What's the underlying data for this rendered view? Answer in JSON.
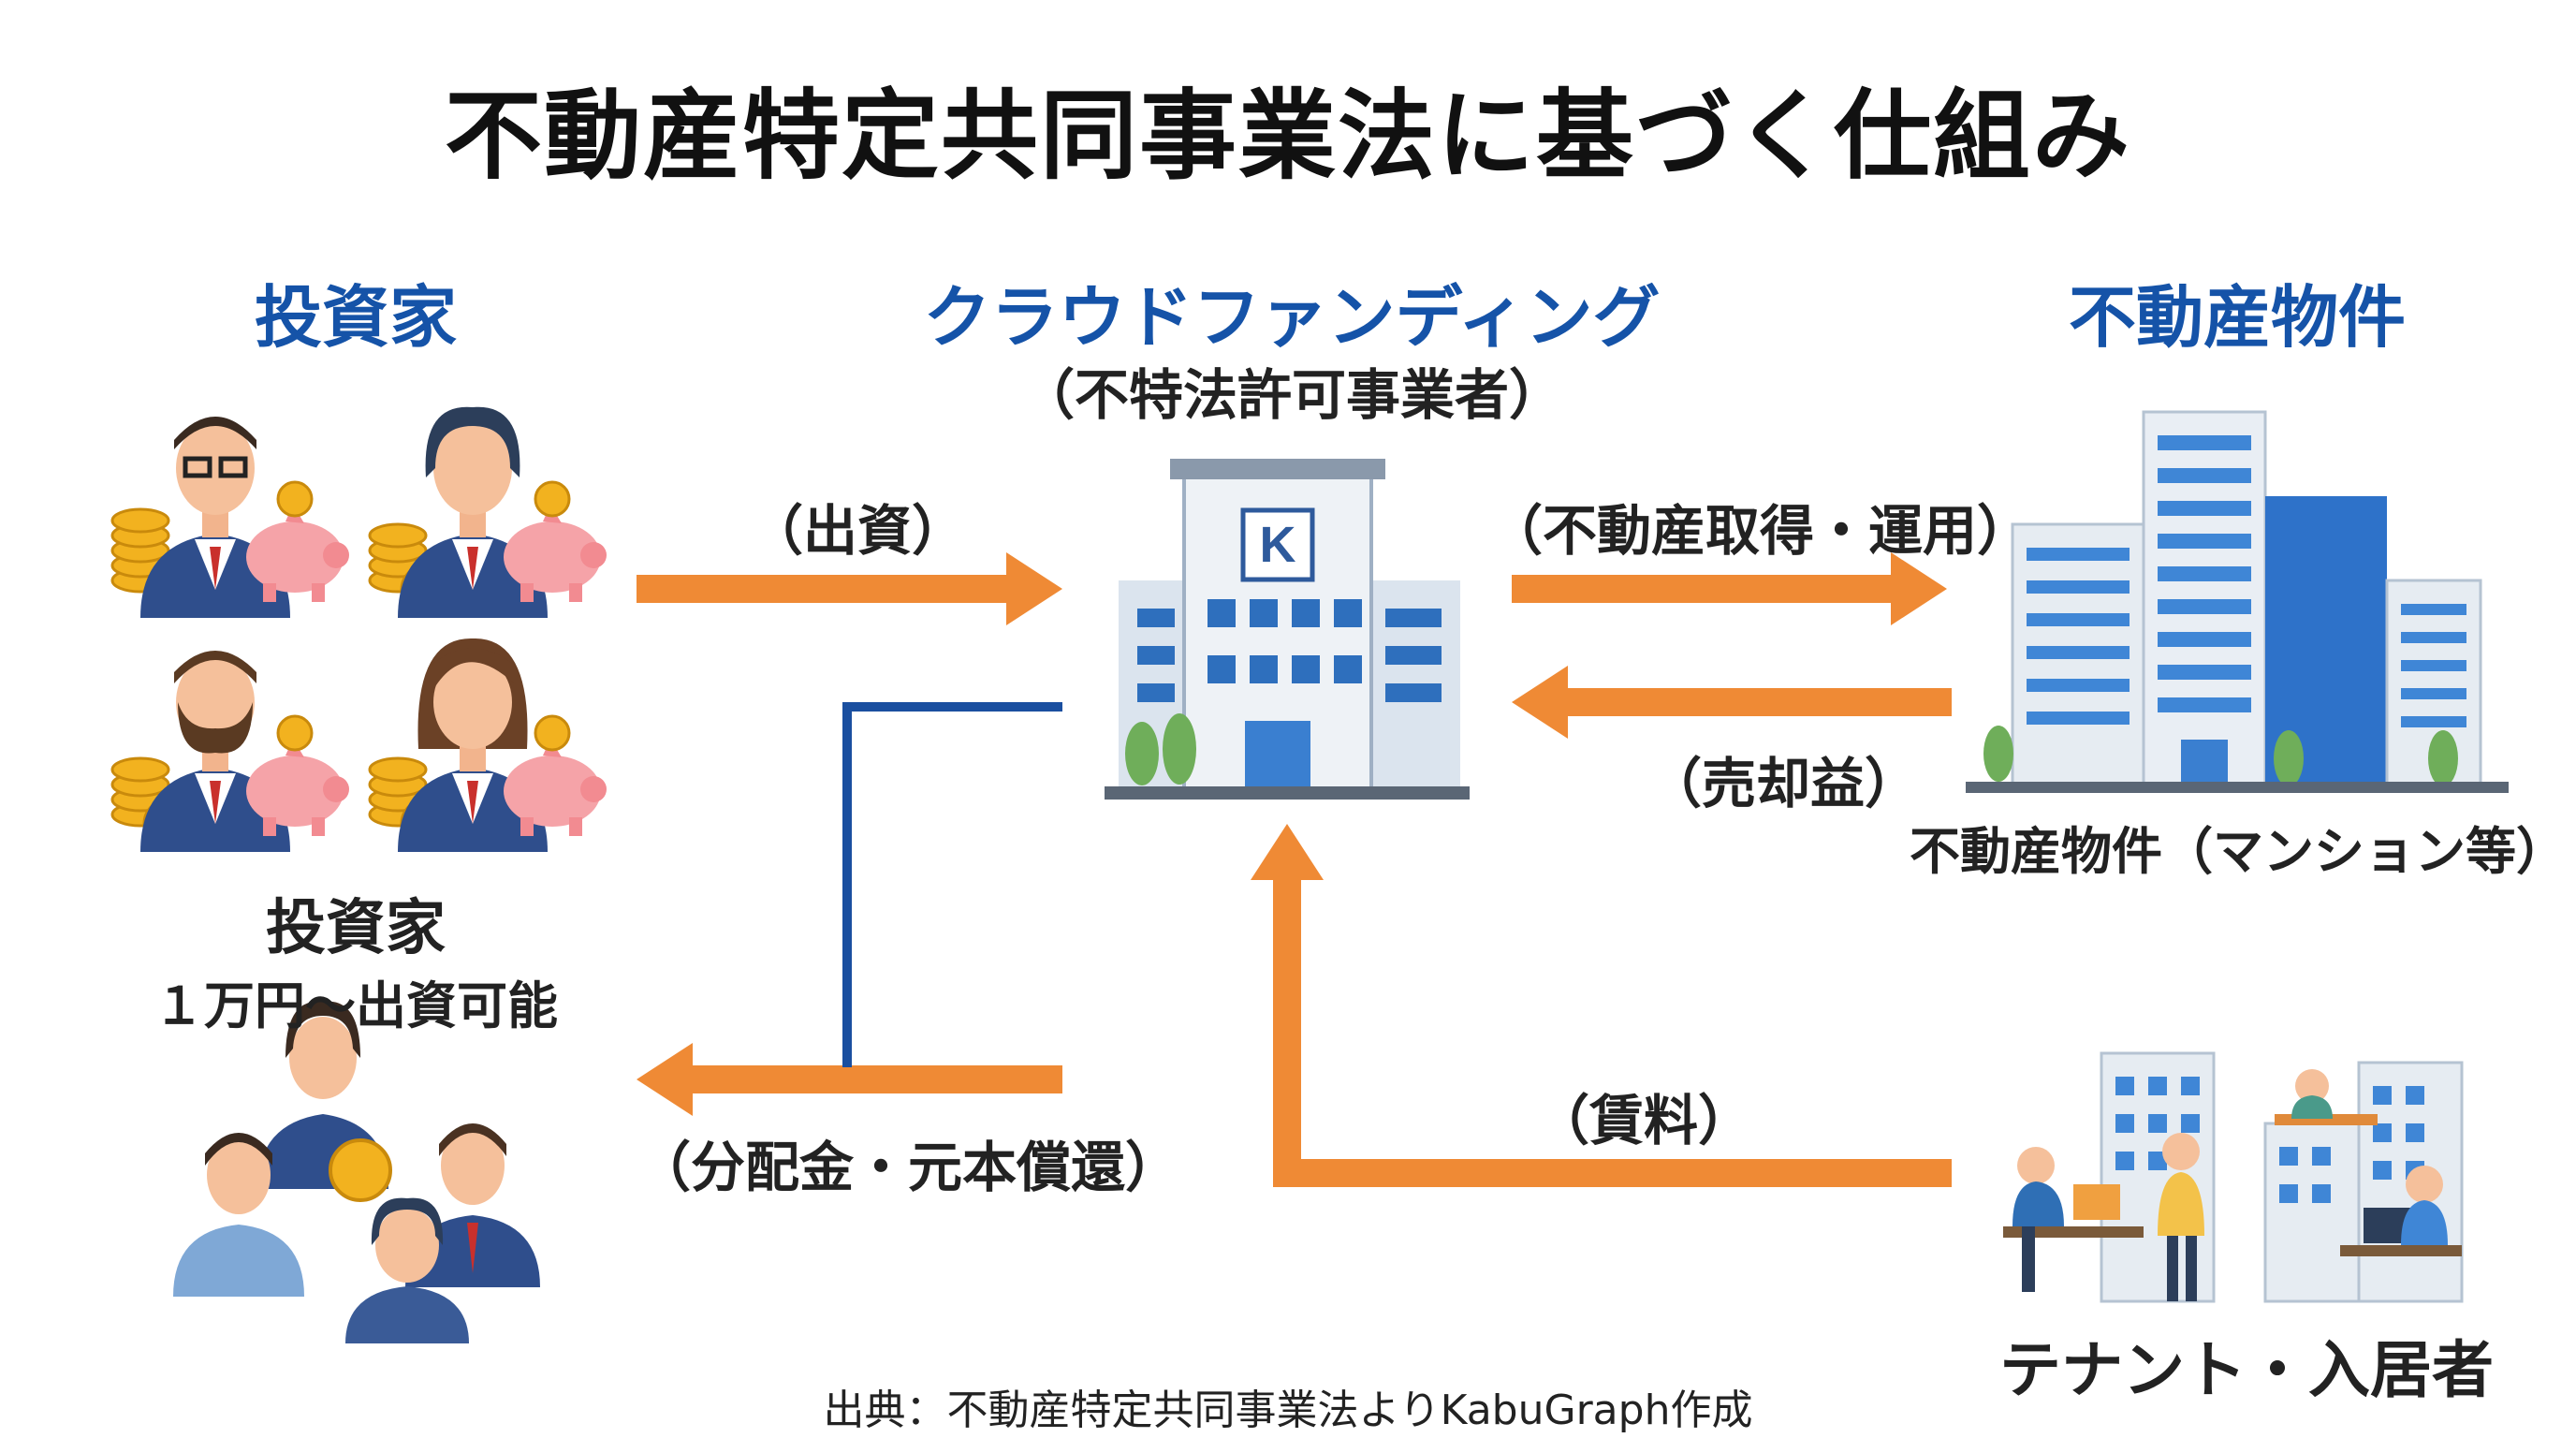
{
  "title": "不動産特定共同事業法に基づく仕組み",
  "columns": {
    "investor": "投資家",
    "crowdfunding": "クラウドファンディング",
    "crowdfunding_sub": "（不特法許可事業者）",
    "property": "不動産物件"
  },
  "investor_caption": {
    "line1": "投資家",
    "line2": "１万円～出資可能"
  },
  "property_caption": "不動産物件（マンション等）",
  "tenant_caption": "テナント・入居者",
  "flows": {
    "investment": "（出資）",
    "acquisition": "（不動産取得・運用）",
    "sale_profit": "（売却益）",
    "distribution": "（分配金・元本償還）",
    "rent": "（賃料）"
  },
  "source": "出典：不動産特定共同事業法よりKabuGraph作成",
  "colors": {
    "heading_blue": "#1553a8",
    "arrow_orange": "#ef8a35",
    "line_blue": "#1a4fa0"
  }
}
